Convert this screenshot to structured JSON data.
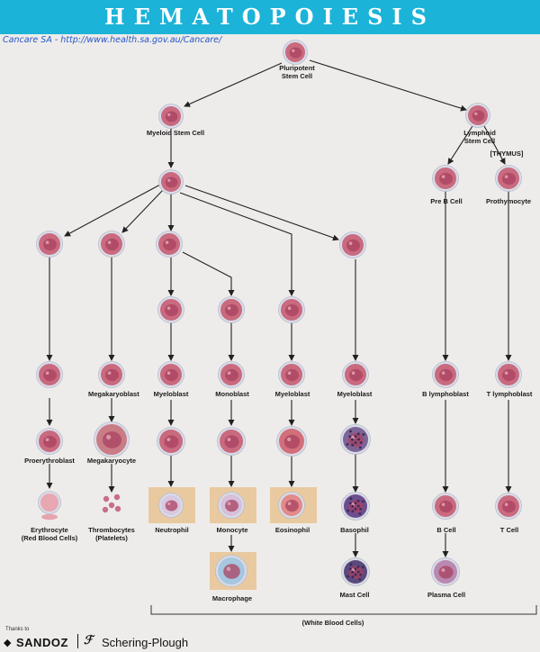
{
  "header": {
    "title": "HEMATOPOIESIS"
  },
  "source": {
    "text": "Cancare SA - http://www.health.sa.gov.au/Cancare/"
  },
  "labels": {
    "pluripotent": [
      "Pluripotent",
      "Stem Cell"
    ],
    "myeloid_stem": "Myeloid Stem Cell",
    "lymphoid": [
      "Lymphoid",
      "Stem Cell"
    ],
    "thymus": "[THYMUS]",
    "pre_b": "Pre B Cell",
    "prothymocyte": "Prothymocyte",
    "megakaryoblast": "Megakaryoblast",
    "myeloblast_1": "Myeloblast",
    "monoblast": "Monoblast",
    "myeloblast_2": "Myeloblast",
    "myeloblast_3": "Myeloblast",
    "b_lymphoblast": "B lymphoblast",
    "t_lymphoblast": "T lymphoblast",
    "proerythroblast": "Proerythroblast",
    "megakaryocyte": "Megakaryocyte",
    "erythrocyte": [
      "Erythrocyte",
      "(Red Blood Cells)"
    ],
    "thrombocytes": [
      "Thrombocytes",
      "(Platelets)"
    ],
    "neutrophil": "Neutrophil",
    "monocyte": "Monocyte",
    "eosinophil": "Eosinophil",
    "basophil": "Basophil",
    "b_cell": "B Cell",
    "t_cell": "T Cell",
    "macrophage": "Macrophage",
    "mast_cell": "Mast Cell",
    "plasma_cell": "Plasma Cell",
    "wbc": "(White Blood Cells)"
  },
  "footer": {
    "thanks": "Thanks to",
    "sandoz": "SANDOZ",
    "schering": "Schering-Plough"
  },
  "colors": {
    "header_bg": "#1bb3d8",
    "cell_body": "#c96a7e",
    "cell_halo": "#d9dce8",
    "nucleus": "#a84160",
    "panel_bg": "#e9c9a0"
  }
}
